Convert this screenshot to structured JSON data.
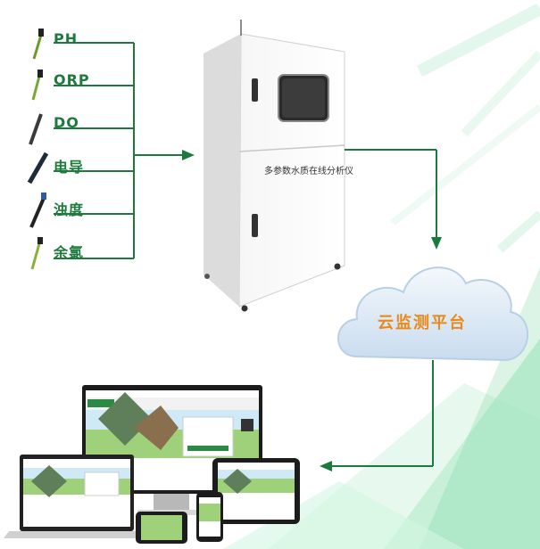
{
  "sensors": [
    {
      "label": "PH"
    },
    {
      "label": "ORP"
    },
    {
      "label": "DO"
    },
    {
      "label": "电导"
    },
    {
      "label": "浊度"
    },
    {
      "label": "余氯"
    }
  ],
  "analyzer": {
    "label": "多参数水质在线分析仪"
  },
  "cloud": {
    "label": "云监测平台"
  },
  "colors": {
    "line": "#1e7a3c",
    "label_green": "#1e7a3c",
    "cloud_label": "#e88a1a",
    "cloud_fill": "#dfeaf6",
    "background_accent": "#8fe3b4"
  }
}
